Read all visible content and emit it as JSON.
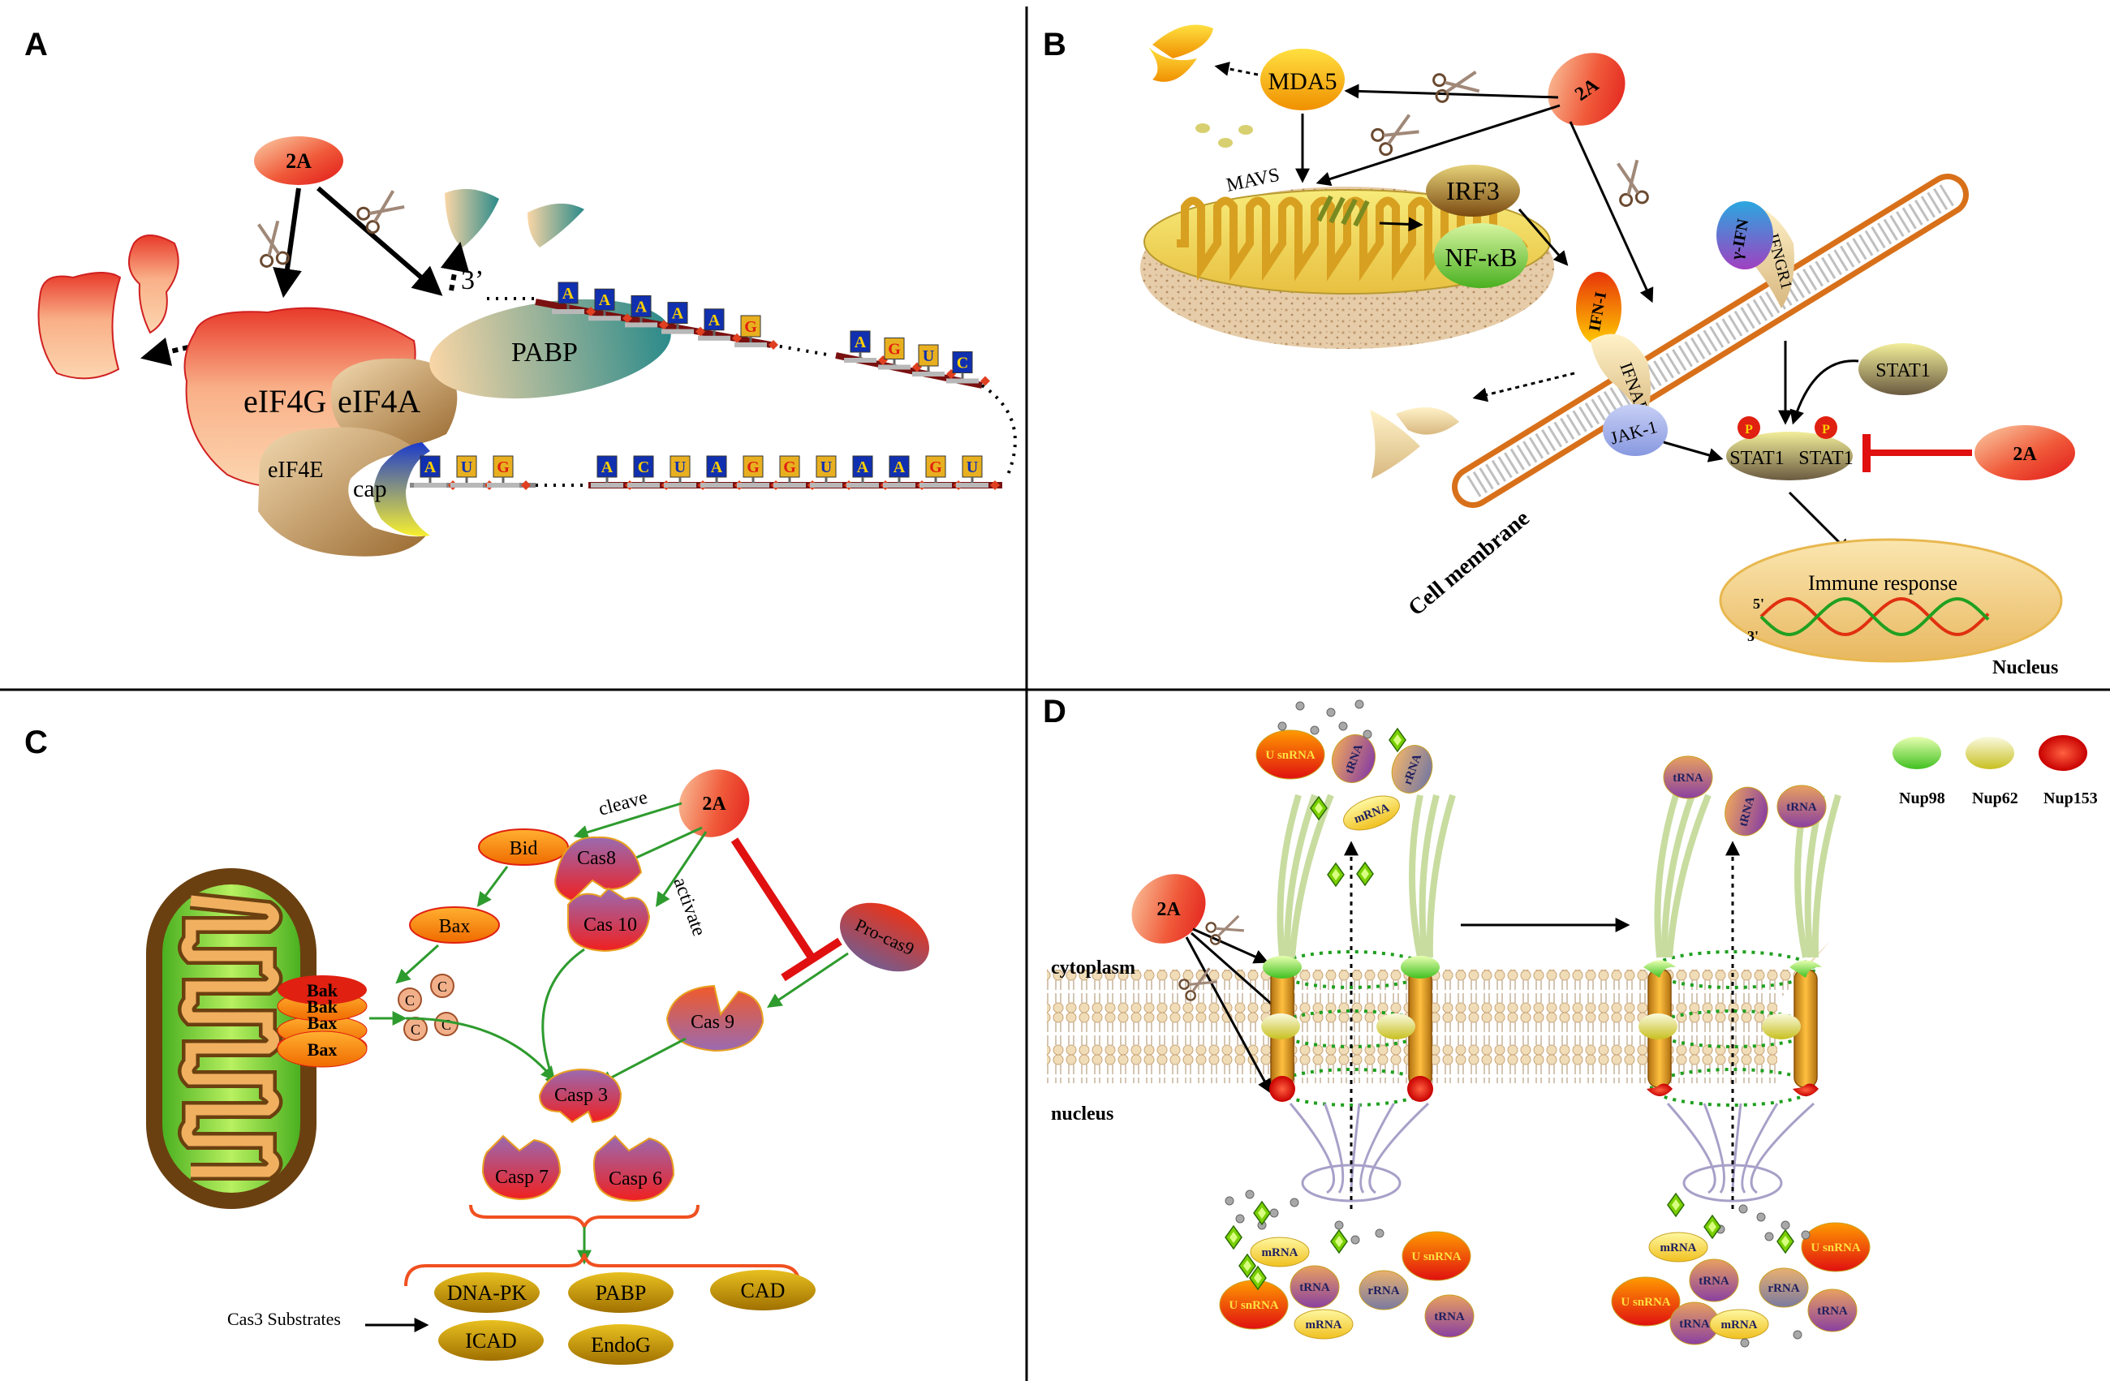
{
  "panels": {
    "a": {
      "label": "A",
      "protease": "2A",
      "eif4g": "eIF4G",
      "eif4a": "eIF4A",
      "eif4e": "eIF4E",
      "cap": "cap",
      "pabp": "PABP",
      "three_prime": "3’",
      "codons_left": [
        "A",
        "U",
        "G"
      ],
      "codons_mid": [
        "A",
        "C",
        "U",
        "A",
        "G",
        "G",
        "U",
        "A",
        "A",
        "G",
        "U"
      ],
      "codons_poly": [
        "A",
        "A",
        "A",
        "A",
        "A",
        "G"
      ],
      "codons_far": [
        "A",
        "G",
        "U",
        "C"
      ]
    },
    "b": {
      "label": "B",
      "mda5": "MDA5",
      "protease": "2A",
      "mavs": "MAVS",
      "irf3": "IRF3",
      "nfkb": "NF-κB",
      "ifn1": "IFN-I",
      "ifnar1": "IFNAR1",
      "jak1": "JAK-1",
      "ifn_gamma": "γ-IFN",
      "ifngr1": "IFNGR1",
      "stat1": "STAT1",
      "stat1_left": "STAT1",
      "stat1_right": "STAT1",
      "phospho": "P",
      "protease_2": "2A",
      "membrane": "Cell membrane",
      "immune": "Immune response",
      "nucleus": "Nucleus",
      "five_prime": "5'",
      "three_prime": "3'"
    },
    "c": {
      "label": "C",
      "protease": "2A",
      "cleave": "cleave",
      "activate": "activate",
      "bid": "Bid",
      "bax": "Bax",
      "bak1": "Bak",
      "bak2": "Bak",
      "bax2": "Bax",
      "bax3": "Bax",
      "cyt": "C",
      "cas8": "Cas8",
      "cas10": "Cas 10",
      "procas9": "Pro-cas9",
      "cas9": "Cas 9",
      "casp3": "Casp 3",
      "casp7": "Casp 7",
      "casp6": "Casp 6",
      "substrates_label": "Cas3 Substrates",
      "substrates": [
        "DNA-PK",
        "PABP",
        "CAD",
        "ICAD",
        "EndoG"
      ]
    },
    "d": {
      "label": "D",
      "legend": [
        "Nup98",
        "Nup62",
        "Nup153"
      ],
      "protease": "2A",
      "cytoplasm": "cytoplasm",
      "nucleus": "nucleus",
      "usnrna": "U snRNA",
      "trna": "tRNA",
      "rrna": "rRNA",
      "mrna": "mRNA"
    }
  },
  "colors": {
    "protease_red": "#e8362a",
    "arrow_green": "#2e9b2e",
    "inhibit_red": "#e01010",
    "rna_backbone": "#7a1010"
  }
}
